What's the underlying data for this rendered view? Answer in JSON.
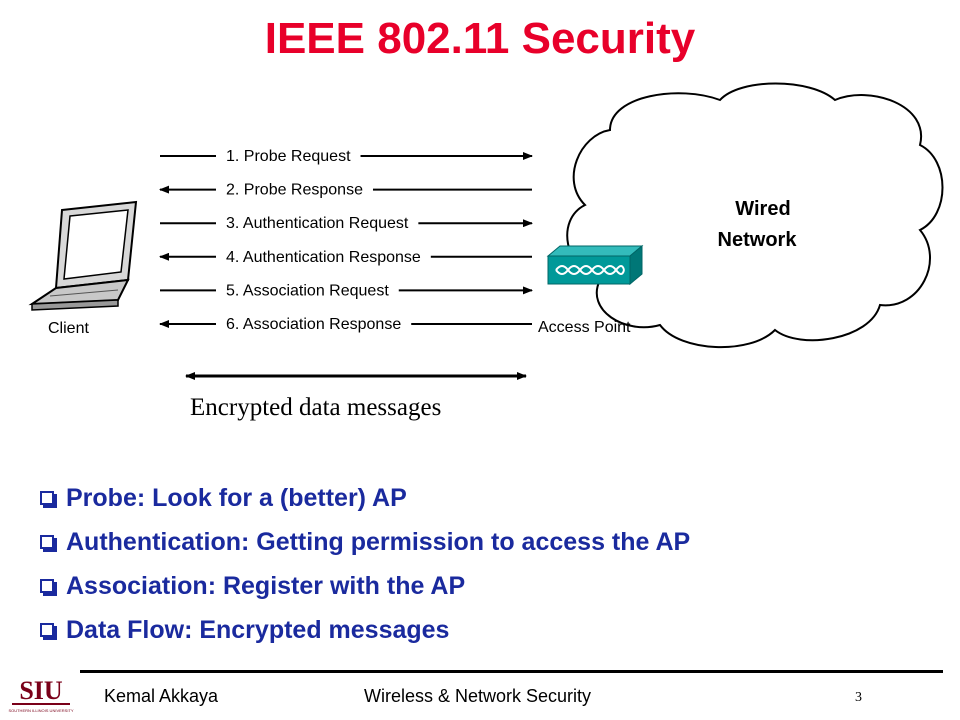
{
  "title": "IEEE 802.11 Security",
  "diagram": {
    "messages": [
      {
        "label": "1. Probe Request",
        "direction": "to-ap"
      },
      {
        "label": "2. Probe Response",
        "direction": "to-client"
      },
      {
        "label": "3. Authentication Request",
        "direction": "to-ap"
      },
      {
        "label": "4. Authentication Response",
        "direction": "to-client"
      },
      {
        "label": "5. Association Request",
        "direction": "to-ap"
      },
      {
        "label": "6. Association Response",
        "direction": "to-client"
      }
    ],
    "client_label": "Client",
    "ap_label": "Access Point",
    "network_line1": "Wired",
    "network_line2": "Network",
    "encrypted_label": "Encrypted data messages"
  },
  "bullets": [
    "Probe: Look for a (better) AP",
    "Authentication: Getting permission to access the AP",
    "Association: Register with the AP",
    "Data Flow: Encrypted messages"
  ],
  "footer": {
    "author": "Kemal Akkaya",
    "course": "Wireless & Network Security",
    "page": "3",
    "logo_text": "SIU",
    "logo_caption": "SOUTHERN ILLINOIS UNIVERSITY"
  },
  "colors": {
    "title": "#e8002a",
    "bullets": "#1a2a9e",
    "ap": "#009999"
  }
}
